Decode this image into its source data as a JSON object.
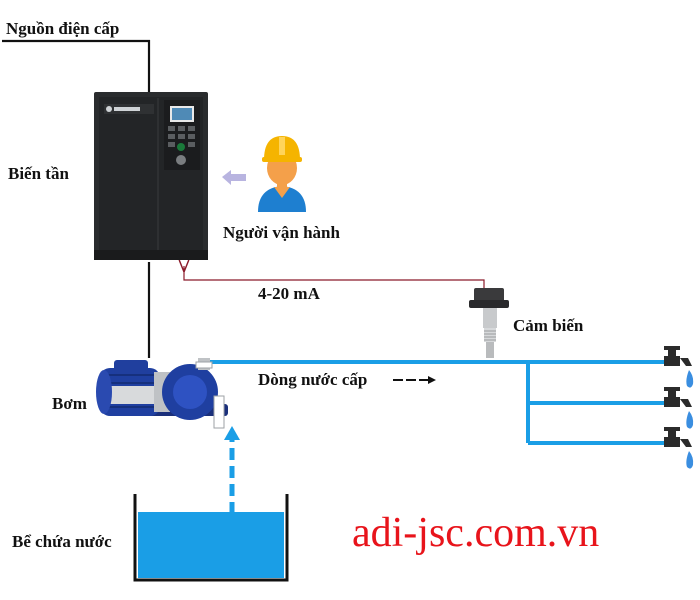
{
  "labels": {
    "power_supply": "Nguồn điện cấp",
    "inverter": "Biến tần",
    "operator": "Người vận hành",
    "signal": "4-20 mA",
    "sensor": "Cảm biến",
    "flow": "Dòng nước cấp",
    "pump": "Bơm",
    "tank": "Bể chứa nước"
  },
  "watermark": "adi-jsc.com.vn",
  "colors": {
    "pipe": "#1a9ee6",
    "signal_line": "#8b1a2a",
    "text": "#111111",
    "watermark": "#e8141b",
    "water": "#1a9ee6",
    "inverter_body": "#222426",
    "pump_body": "#1f3fa0",
    "operator_helmet": "#f5b400",
    "operator_skin": "#f4a04a",
    "operator_shirt": "#1e7fd0",
    "operator_arrow": "#b8b4e0"
  },
  "icons": [
    "inverter-device-icon",
    "operator-icon",
    "pressure-sensor-icon",
    "water-pump-icon",
    "faucet-icon",
    "water-tank-icon"
  ]
}
